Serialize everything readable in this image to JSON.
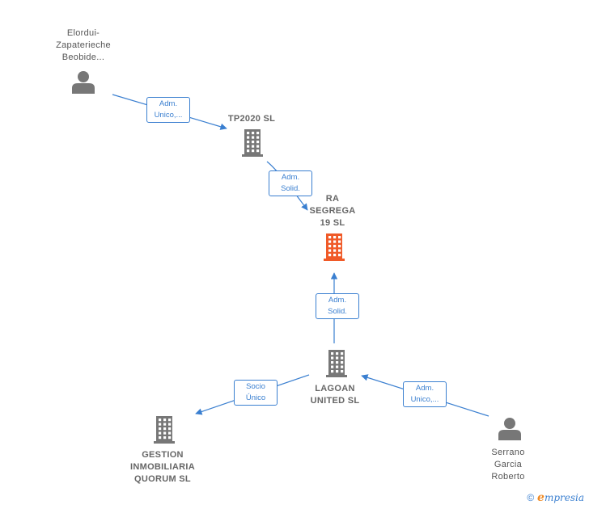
{
  "nodes": [
    {
      "id": "elordui",
      "type": "person",
      "label": "Elordui-\nZapaterieche\nBeobide..."
    },
    {
      "id": "tp2020",
      "type": "company",
      "label": "TP2020  SL"
    },
    {
      "id": "ra_segrega",
      "type": "company",
      "focus": true,
      "label": "RA\nSEGREGA\n19  SL"
    },
    {
      "id": "lagoan",
      "type": "company",
      "label": "LAGOAN\nUNITED  SL"
    },
    {
      "id": "gestion",
      "type": "company",
      "label": "GESTION\nINMOBILIARIA\nQUORUM  SL"
    },
    {
      "id": "serrano",
      "type": "person",
      "label": "Serrano\nGarcia\nRoberto"
    }
  ],
  "edges": [
    {
      "from": "elordui",
      "to": "tp2020",
      "label": "Adm.\nUnico,..."
    },
    {
      "from": "tp2020",
      "to": "ra_segrega",
      "label": "Adm.\nSolid."
    },
    {
      "from": "lagoan",
      "to": "ra_segrega",
      "label": "Adm.\nSolid."
    },
    {
      "from": "lagoan",
      "to": "gestion",
      "label": "Socio\nÚnico"
    },
    {
      "from": "serrano",
      "to": "lagoan",
      "label": "Adm.\nUnico,..."
    }
  ],
  "colors": {
    "edge": "#3a7fd0",
    "icon": "#777777",
    "focus_icon": "#f05a28"
  },
  "footer": {
    "copyright": "©",
    "brand_initial": "e",
    "brand_rest": "mpresia"
  }
}
